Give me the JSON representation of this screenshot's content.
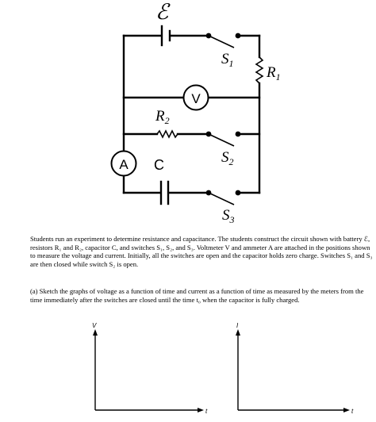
{
  "circuit": {
    "emf_label": "ℰ",
    "r1_label": "R",
    "r1_sub": "1",
    "r2_label": "R",
    "r2_sub": "2",
    "capacitor_label": "C",
    "voltmeter_label": "V",
    "ammeter_label": "A",
    "s1_label": "S",
    "s1_sub": "1",
    "s2_label": "S",
    "s2_sub": "2",
    "s3_label": "S",
    "s3_sub": "3"
  },
  "problem": {
    "intro": "Students run an experiment to determine resistance and capacitance. The students construct the circuit shown with battery ℰ, resistors R₁ and R₂, capacitor C, and switches S₁, S₂, and S₃. Voltmeter V and ammeter A are attached in the positions shown to measure the voltage and current. Initially, all the switches are open and the capacitor holds zero charge. Switches S₁ and S₃ are then closed while switch S₂ is open.",
    "part_a": "(a) Sketch the graphs of voltage as a function of time and current as a function of time as measured by the meters from the time immediately after the switches are closed until the time t₀ when the capacitor is fully charged."
  },
  "graphs": [
    {
      "y_label": "V",
      "x_label": "t"
    },
    {
      "y_label": "I",
      "x_label": "t"
    }
  ]
}
